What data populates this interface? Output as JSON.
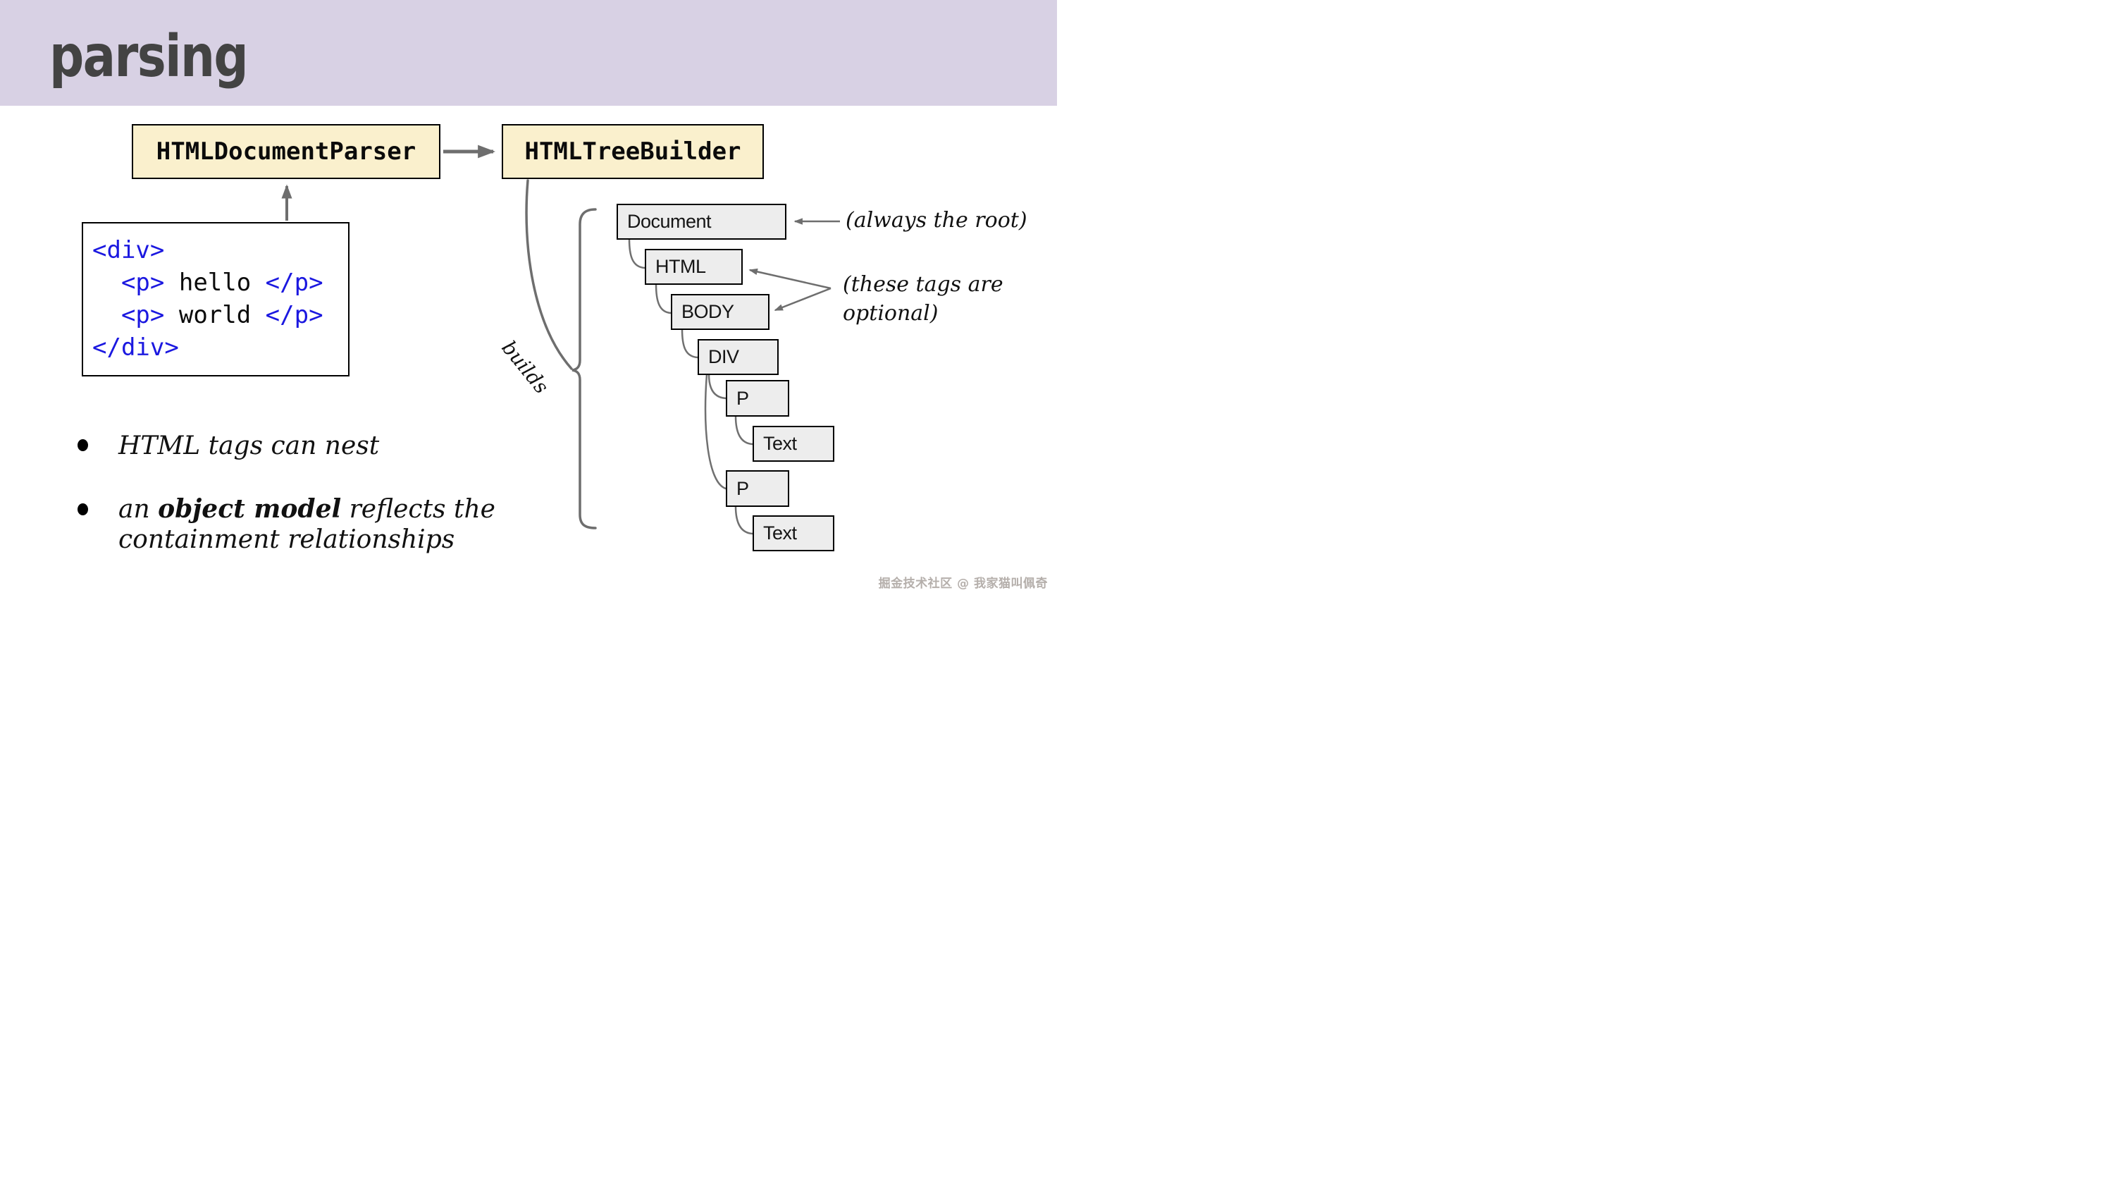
{
  "slide": {
    "title": "parsing"
  },
  "pipeline": {
    "parser_label": "HTMLDocumentParser",
    "builder_label": "HTMLTreeBuilder",
    "builds_label": "builds"
  },
  "code": {
    "l1": "<div>",
    "indent": "  ",
    "p_open": "<p>",
    "hello": " hello ",
    "world": " world ",
    "p_close": "</p>",
    "l4": "</div>"
  },
  "tree": {
    "nodes": [
      "Document",
      "HTML",
      "BODY",
      "DIV",
      "P",
      "Text",
      "P",
      "Text"
    ]
  },
  "annotations": {
    "root_note": "(always the root)",
    "optional_line1": "(these tags are",
    "optional_line2": "optional)"
  },
  "bullets": {
    "item1": "HTML tags can nest",
    "item2_pre": "an ",
    "item2_bold": "object model",
    "item2_post": " reflects the",
    "item2_line2": "containment relationships"
  },
  "watermark": {
    "text": "掘金技术社区 @ 我家猫叫佩奇"
  },
  "colors": {
    "header_band": "#d8d1e4",
    "title_text": "#434343",
    "pipeline_box_fill": "#faf0cd",
    "tree_node_fill": "#ededed",
    "code_blue": "#1b18e0",
    "arrow_gray": "#6e6e6e",
    "watermark_gray": "#b5afab"
  }
}
